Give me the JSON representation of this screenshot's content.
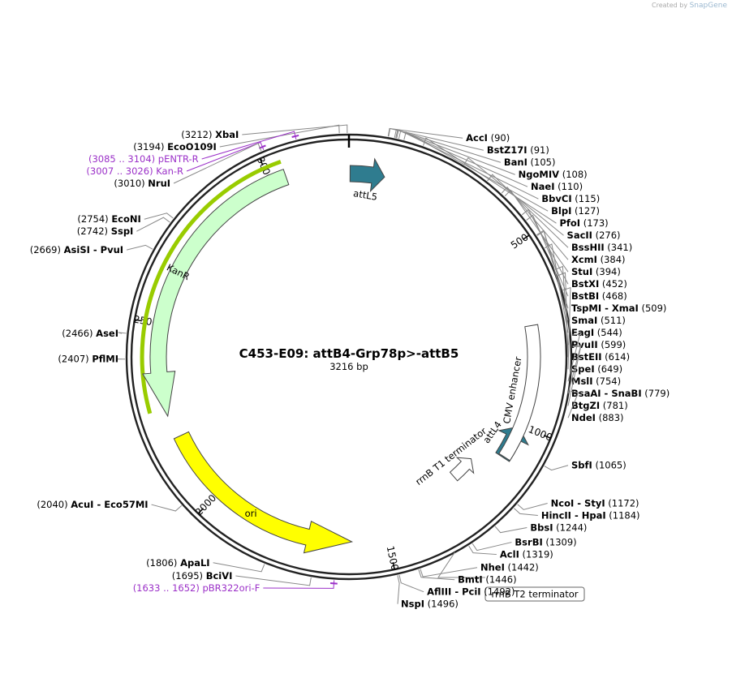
{
  "credit": {
    "prefix": "Created by",
    "brand": "SnapGene"
  },
  "title": "C453-E09: attB4-Grp78p>-attB5",
  "length_label": "3216 bp",
  "total_bp": 3216,
  "ticks": [
    {
      "bp": 500,
      "label": "500"
    },
    {
      "bp": 1000,
      "label": "1000"
    },
    {
      "bp": 1500,
      "label": "1500"
    },
    {
      "bp": 2000,
      "label": "2000"
    },
    {
      "bp": 2500,
      "label": "2500"
    },
    {
      "bp": 3000,
      "label": "3000"
    }
  ],
  "colors": {
    "attL": "#2f7c8f",
    "kanR": "#ccffcc",
    "kanR_primer": "#99cc00",
    "ori": "#ffff00",
    "primer": "#9b30c8",
    "backbone": "#222222"
  },
  "features": [
    {
      "name": "attL5",
      "start": 3,
      "end": 100,
      "dir": 1,
      "color": "#2f7c8f"
    },
    {
      "name": "attL4",
      "start": 1004,
      "end": 1100,
      "dir": -1,
      "color": "#2f7c8f"
    },
    {
      "name": "CMV enhancer",
      "start": 717,
      "end": 1097,
      "dir": 0,
      "color": "#ffffff"
    },
    {
      "name": "rrnB T1 terminator",
      "start": 1160,
      "end": 1240,
      "dir": -1,
      "color": "#ffffff"
    },
    {
      "name": "rrnB T2 terminator",
      "start": 1340,
      "end": 1368,
      "dir": -1,
      "color": "#ffffff"
    },
    {
      "name": "ori",
      "start": 1600,
      "end": 2188,
      "dir": -1,
      "color": "#ffff00"
    },
    {
      "name": "KanR",
      "start": 2250,
      "end": 3044,
      "dir": -1,
      "color": "#ccffcc"
    }
  ],
  "sites": [
    {
      "name": "XbaI",
      "pos": "(3212)",
      "bp": 3212
    },
    {
      "name": "EcoO109I",
      "pos": "(3194)",
      "bp": 3194
    },
    {
      "name": "pENTR-R",
      "pos": "(3085 .. 3104)",
      "bp": 3094,
      "primer": true
    },
    {
      "name": "NruI",
      "pos": "(3010)",
      "bp": 3010
    },
    {
      "name": "Kan-R",
      "pos": "(3007 .. 3026)",
      "bp": 3016,
      "primer": true
    },
    {
      "name": "EcoNI",
      "pos": "(2754)",
      "bp": 2754
    },
    {
      "name": "SspI",
      "pos": "(2742)",
      "bp": 2742
    },
    {
      "name": "AsiSI - PvuI",
      "pos": "(2669)",
      "bp": 2669
    },
    {
      "name": "AseI",
      "pos": "(2466)",
      "bp": 2466
    },
    {
      "name": "PflMI",
      "pos": "(2407)",
      "bp": 2407
    },
    {
      "name": "AcuI - Eco57MI",
      "pos": "(2040)",
      "bp": 2040
    },
    {
      "name": "ApaLI",
      "pos": "(1806)",
      "bp": 1806
    },
    {
      "name": "BciVI",
      "pos": "(1695)",
      "bp": 1695
    },
    {
      "name": "pBR322ori-F",
      "pos": "(1633 .. 1652)",
      "bp": 1642,
      "primer": true
    },
    {
      "name": "AccI",
      "pos": "(90)",
      "bp": 90
    },
    {
      "name": "BstZ17I",
      "pos": "(91)",
      "bp": 91
    },
    {
      "name": "BanI",
      "pos": "(105)",
      "bp": 105
    },
    {
      "name": "NgoMIV",
      "pos": "(108)",
      "bp": 108
    },
    {
      "name": "NaeI",
      "pos": "(110)",
      "bp": 110
    },
    {
      "name": "BbvCI",
      "pos": "(115)",
      "bp": 115
    },
    {
      "name": "BlpI",
      "pos": "(127)",
      "bp": 127
    },
    {
      "name": "PfoI",
      "pos": "(173)",
      "bp": 173
    },
    {
      "name": "SacII",
      "pos": "(276)",
      "bp": 276
    },
    {
      "name": "BssHII",
      "pos": "(341)",
      "bp": 341
    },
    {
      "name": "XcmI",
      "pos": "(384)",
      "bp": 384
    },
    {
      "name": "StuI",
      "pos": "(394)",
      "bp": 394
    },
    {
      "name": "BstXI",
      "pos": "(452)",
      "bp": 452
    },
    {
      "name": "BstBI",
      "pos": "(468)",
      "bp": 468
    },
    {
      "name": "TspMI - XmaI",
      "pos": "(509)",
      "bp": 509
    },
    {
      "name": "SmaI",
      "pos": "(511)",
      "bp": 511
    },
    {
      "name": "EagI",
      "pos": "(544)",
      "bp": 544
    },
    {
      "name": "PvuII",
      "pos": "(599)",
      "bp": 599
    },
    {
      "name": "BstEII",
      "pos": "(614)",
      "bp": 614
    },
    {
      "name": "SpeI",
      "pos": "(649)",
      "bp": 649
    },
    {
      "name": "MslI",
      "pos": "(754)",
      "bp": 754
    },
    {
      "name": "BsaAI - SnaBI",
      "pos": "(779)",
      "bp": 779
    },
    {
      "name": "BtgZI",
      "pos": "(781)",
      "bp": 781
    },
    {
      "name": "NdeI",
      "pos": "(883)",
      "bp": 883
    },
    {
      "name": "SbfI",
      "pos": "(1065)",
      "bp": 1065
    },
    {
      "name": "NcoI - StyI",
      "pos": "(1172)",
      "bp": 1172
    },
    {
      "name": "HincII - HpaI",
      "pos": "(1184)",
      "bp": 1184
    },
    {
      "name": "BbsI",
      "pos": "(1244)",
      "bp": 1244
    },
    {
      "name": "BsrBI",
      "pos": "(1309)",
      "bp": 1309
    },
    {
      "name": "AclI",
      "pos": "(1319)",
      "bp": 1319
    },
    {
      "name": "NheI",
      "pos": "(1442)",
      "bp": 1442
    },
    {
      "name": "BmtI",
      "pos": "(1446)",
      "bp": 1446
    },
    {
      "name": "AflIII - PciI",
      "pos": "(1492)",
      "bp": 1492
    },
    {
      "name": "NspI",
      "pos": "(1496)",
      "bp": 1496
    }
  ]
}
